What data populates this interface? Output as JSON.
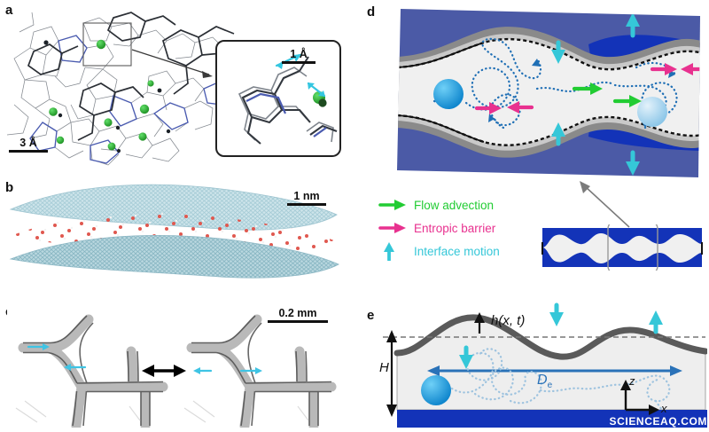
{
  "figure": {
    "type": "multi-panel scientific figure",
    "background": "#ffffff",
    "watermark": "SCIENCEAQ.COM"
  },
  "panels": {
    "a": {
      "label": "a",
      "caption_kind": "molecular-structure-with-inset",
      "scalebar_main": "3 Å",
      "scalebar_inset": "1 Å",
      "arrow_color": "#34c6e0",
      "atom_colors": {
        "carbon": "#55595f",
        "nitrogen": "#4a5bb0",
        "chlorine": "#27a72b"
      }
    },
    "b": {
      "label": "b",
      "caption_kind": "graphene-water-slab-simulation",
      "scalebar": "1 nm",
      "sheet_color": "#a8cdd6",
      "water_color": "#e0584f"
    },
    "c": {
      "label": "c",
      "caption_kind": "microscopy-branching-channel-pair",
      "scalebar": "0.2 mm",
      "flow_arrow_color": "#3fc4e4",
      "compare_arrow_color": "#000000"
    },
    "d": {
      "label": "d",
      "caption_kind": "wavy-nanochannel-schematic",
      "background_color": "#4b5aa6",
      "deep_fluid_color": "#1333b8",
      "channel_fill": "#f0f0f0",
      "wall_color": "#8a8a8a",
      "particle_colors": [
        "#1f9fe0",
        "#a9d6f2"
      ],
      "trajectory_color": "#1f6fb5"
    },
    "e": {
      "label": "e",
      "caption_kind": "side-view-film-schematic",
      "height_label": "H",
      "surface_label": "h(x, t)",
      "diffusion_label": "D",
      "diffusion_sub": "e",
      "axis_z": "z",
      "axis_x": "x",
      "substrate_color": "#1333b8",
      "film_color": "#eeeeee",
      "surface_color": "#5a5a5a",
      "arrow_color": "#34c6e0"
    }
  },
  "legend": {
    "items": [
      {
        "label": "Flow advection",
        "color": "#22cc33",
        "icon": "arrow-right-icon",
        "direction": "right"
      },
      {
        "label": "Entropic barrier",
        "color": "#e8318f",
        "icon": "arrow-right-icon",
        "direction": "right"
      },
      {
        "label": "Interface motion",
        "color": "#35c7d8",
        "icon": "arrow-up-icon",
        "direction": "up"
      }
    ]
  },
  "inset": {
    "name": "wide-channel-overview",
    "background_color": "#1333b8",
    "channel_color": "#f0f0f0",
    "highlight_box": "rounded-rect",
    "callout": "arrow-to-panel-d"
  }
}
